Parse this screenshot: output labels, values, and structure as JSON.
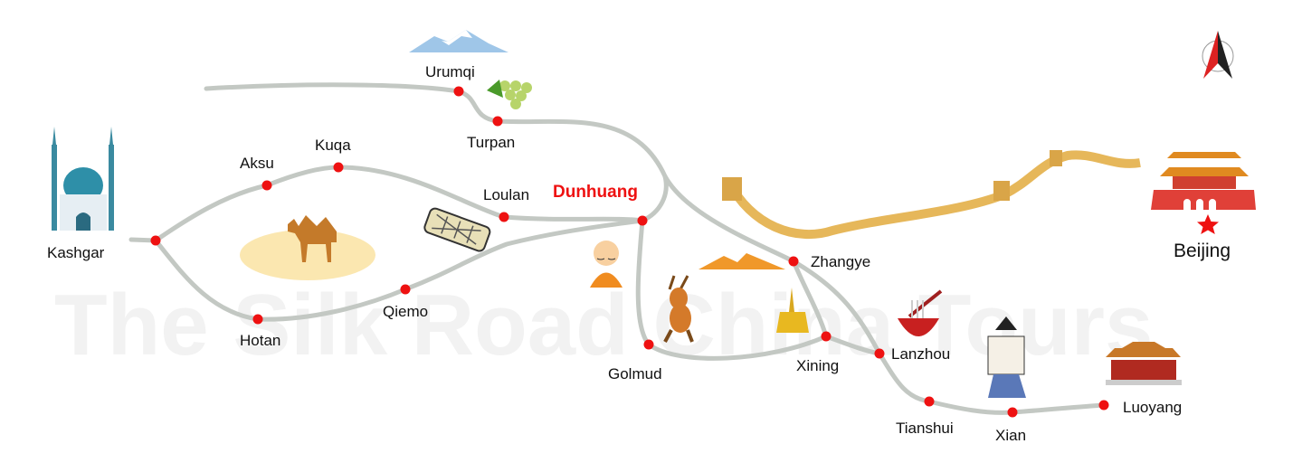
{
  "watermark": "The Silk Road China Tours",
  "cities": {
    "urumqi": "Urumqi",
    "turpan": "Turpan",
    "aksu": "Aksu",
    "kuqa": "Kuqa",
    "loulan": "Loulan",
    "dunhuang": "Dunhuang",
    "kashgar": "Kashgar",
    "hotan": "Hotan",
    "qiemo": "Qiemo",
    "golmud": "Golmud",
    "zhangye": "Zhangye",
    "xining": "Xining",
    "lanzhou": "Lanzhou",
    "tianshui": "Tianshui",
    "xian": "Xian",
    "luoyang": "Luoyang",
    "beijing": "Beijing"
  },
  "colors": {
    "route": "#c3c8c3",
    "city_dot": "#ee1111",
    "highlight": "#ee1111"
  },
  "icons": [
    "mountain-icon",
    "grapes-icon",
    "mosque-icon",
    "camel-icon",
    "mummy-icon",
    "buddha-icon",
    "deer-icon",
    "stupa-icon",
    "desert-dune-icon",
    "great-wall-icon",
    "noodle-bowl-icon",
    "emperor-figure-icon",
    "palace-icon",
    "tiananmen-icon",
    "star-icon",
    "compass-north-icon"
  ]
}
